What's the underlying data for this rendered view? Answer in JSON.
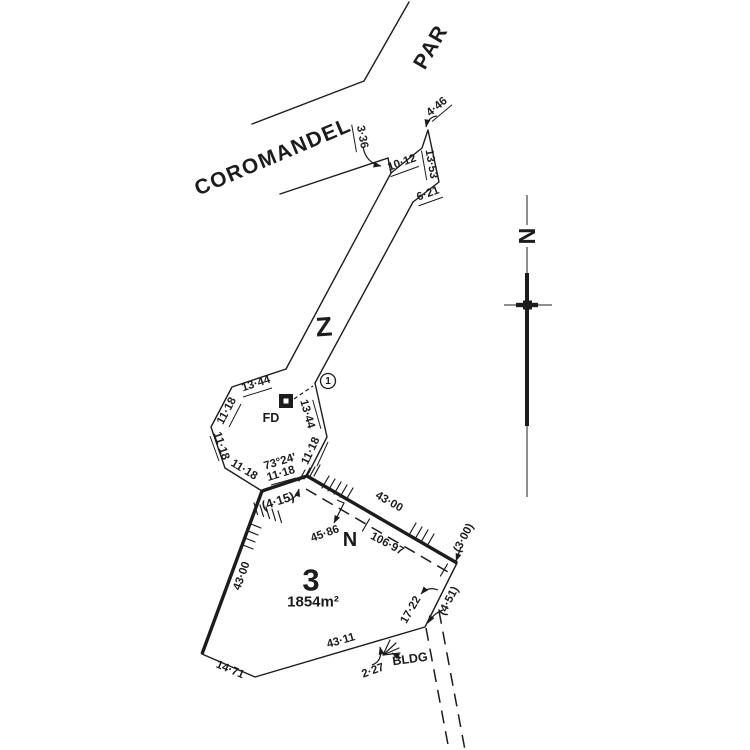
{
  "streets": {
    "coromandel": "COROMANDEL",
    "par": "PAR"
  },
  "labels": {
    "strip": "Z",
    "easement": "N",
    "north": "N",
    "lot_number": "3",
    "lot_area": "1854m²",
    "monument": "FD",
    "corner_point": "1",
    "building": "BLDG",
    "angle": "73°24'"
  },
  "measurements": {
    "m3_36": "3·36",
    "m4_46": "4·46",
    "m10_12": "10·12",
    "m13_53": "13·53",
    "m6_21": "6·21",
    "m13_44_top": "13·44",
    "m13_44_right": "13·44",
    "m11_18_nw": "11·18",
    "m11_18_w": "11·18",
    "m11_18_sw": "11·18",
    "m11_18_s": "11·18",
    "m11_18_se": "11·18",
    "m4_15": "(4·15)",
    "m43_00_ne": "43·00",
    "m43_00_w": "43·00",
    "m45_86": "45·86",
    "m106_97": "106·97",
    "m3_00": "(3·00)",
    "m17_22": "17·22",
    "m4_51": "(4·51)",
    "m43_11": "43·11",
    "m14_71": "14·71",
    "m2_27": "2·27"
  },
  "colors": {
    "ink": "#1c1c1c",
    "background": "#ffffff"
  }
}
